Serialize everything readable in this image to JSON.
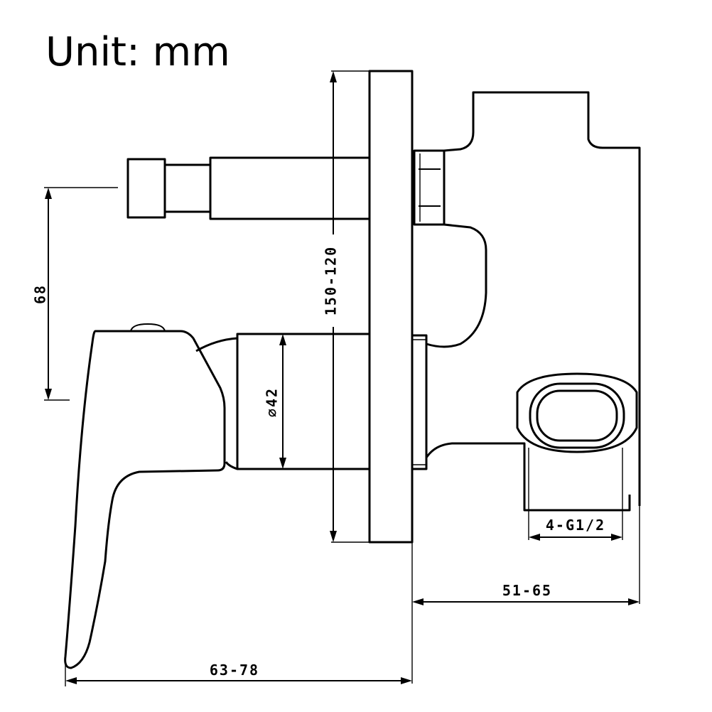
{
  "title": "Unit: mm",
  "dimensions": {
    "depth_total": "63-78",
    "depth_body": "51-65",
    "plate_height": "150-120",
    "handle_offset": "68",
    "cartridge_diameter": "⌀42",
    "outlets": "4-G1/2"
  }
}
